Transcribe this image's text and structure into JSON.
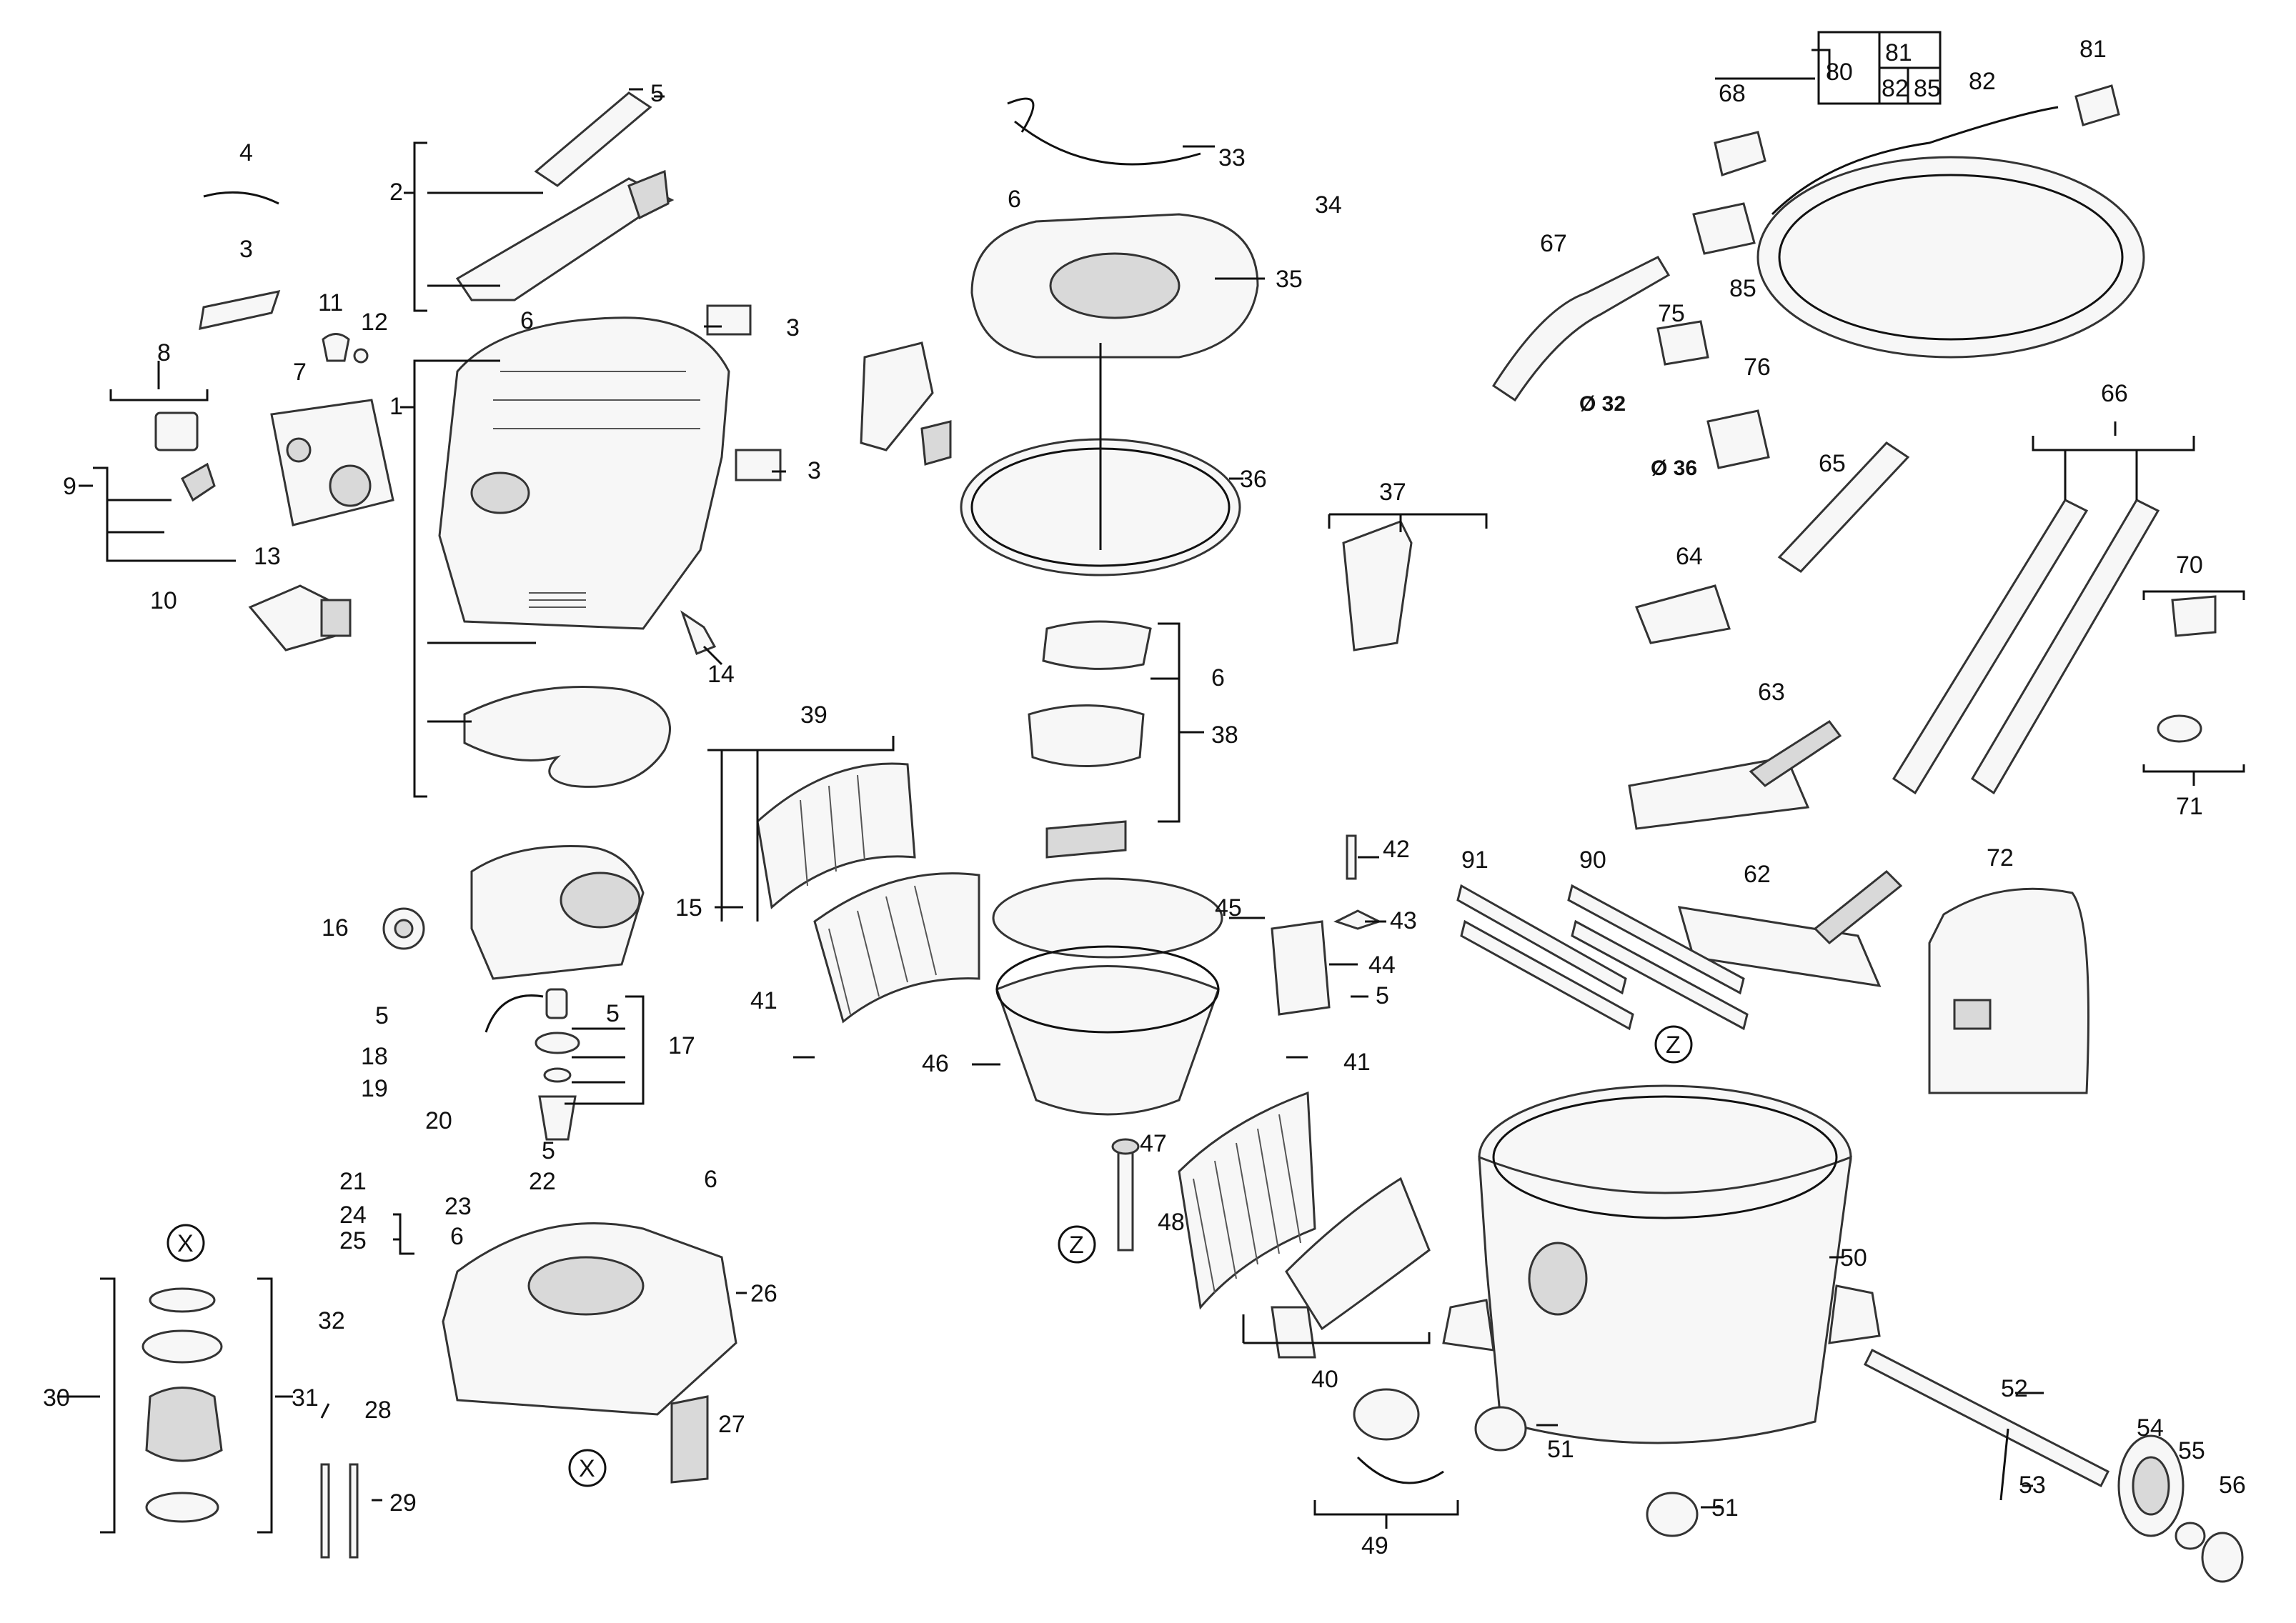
{
  "labels": {
    "n1": "1",
    "n2": "2",
    "n3a": "3",
    "n3b": "3",
    "n3c": "3",
    "n4": "4",
    "n5a": "5",
    "n5b": "5",
    "n5c": "5",
    "n5d": "5",
    "n5e": "5",
    "n6a": "6",
    "n6b": "6",
    "n6c": "6",
    "n6d": "6",
    "n6e": "6",
    "n7": "7",
    "n8": "8",
    "n9": "9",
    "n10": "10",
    "n11": "11",
    "n12": "12",
    "n13": "13",
    "n14": "14",
    "n15": "15",
    "n16": "16",
    "n17": "17",
    "n18": "18",
    "n19": "19",
    "n20": "20",
    "n21": "21",
    "n22": "22",
    "n23": "23",
    "n24": "24",
    "n25": "25",
    "n26": "26",
    "n27": "27",
    "n28": "28",
    "n29": "29",
    "n30": "30",
    "n31": "31",
    "n32": "32",
    "n33": "33",
    "n34": "34",
    "n35": "35",
    "n36": "36",
    "n37": "37",
    "n38": "38",
    "n39": "39",
    "n40": "40",
    "n41a": "41",
    "n41b": "41",
    "n42": "42",
    "n43": "43",
    "n44": "44",
    "n45": "45",
    "n46": "46",
    "n47": "47",
    "n48": "48",
    "n49": "49",
    "n50": "50",
    "n51a": "51",
    "n51b": "51",
    "n52": "52",
    "n53": "53",
    "n54": "54",
    "n55": "55",
    "n56": "56",
    "n62": "62",
    "n63": "63",
    "n64": "64",
    "n65": "65",
    "n66": "66",
    "n67": "67",
    "n68": "68",
    "n70": "70",
    "n71": "71",
    "n72": "72",
    "n75": "75",
    "n76": "76",
    "n81": "81",
    "n82": "82",
    "n85": "85",
    "n90": "90",
    "n91": "91",
    "box80": "80",
    "box81": "81",
    "box82": "82",
    "box85": "85",
    "xa": "X",
    "xb": "X",
    "za": "Z",
    "zb": "Z",
    "d32": "Ø 32",
    "d36": "Ø 36"
  }
}
